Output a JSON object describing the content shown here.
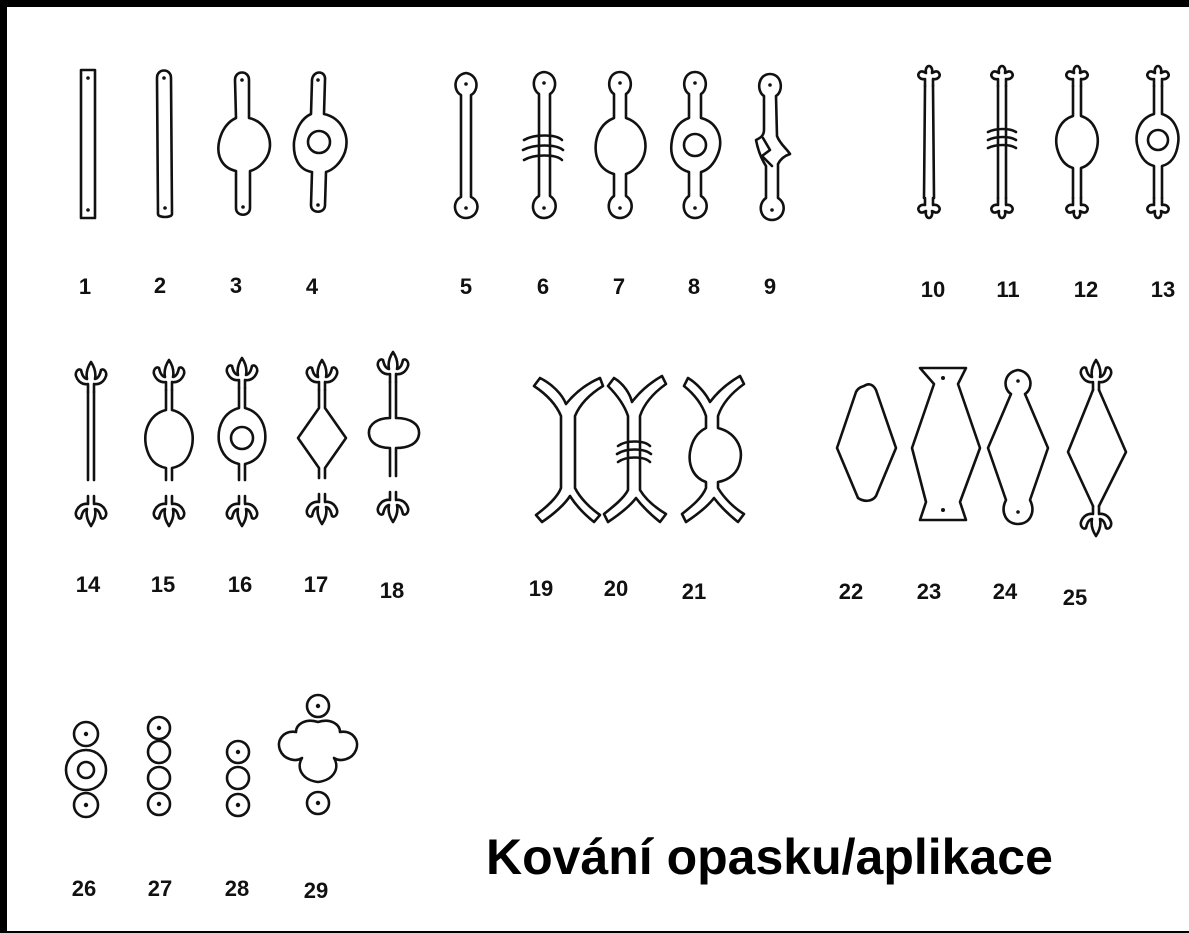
{
  "caption": "Kování opasku/aplikace",
  "labels": [
    "1",
    "2",
    "3",
    "4",
    "5",
    "6",
    "7",
    "8",
    "9",
    "10",
    "11",
    "12",
    "13",
    "14",
    "15",
    "16",
    "17",
    "18",
    "19",
    "20",
    "21",
    "22",
    "23",
    "24",
    "25",
    "26",
    "27",
    "28",
    "29"
  ],
  "colors": {
    "ink": "#111111",
    "background": "#ffffff",
    "border": "#000000"
  }
}
